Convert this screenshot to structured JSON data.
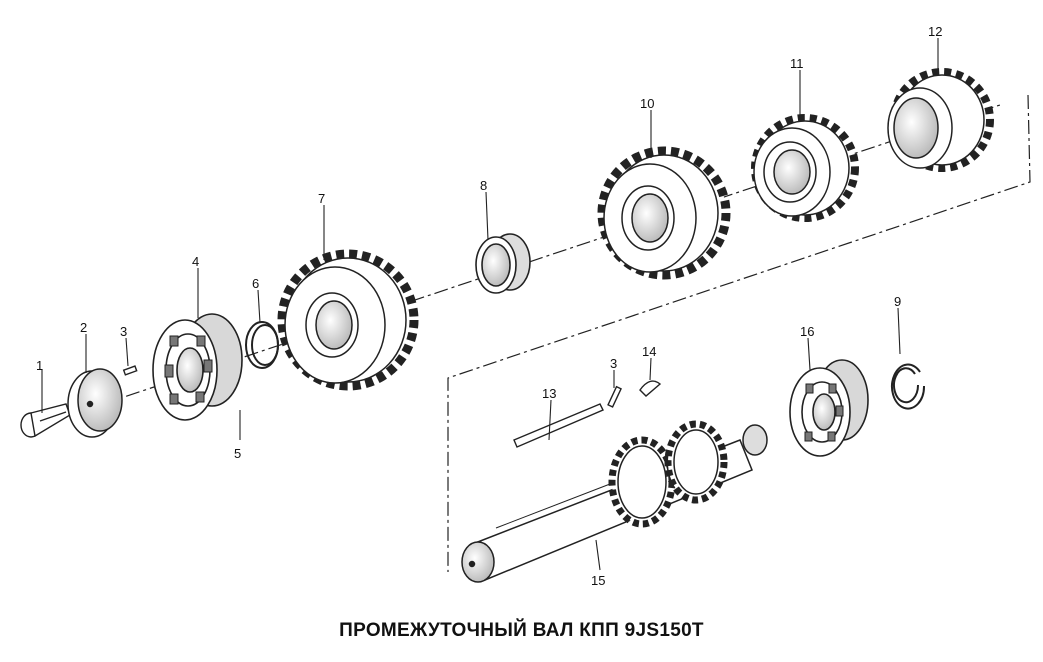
{
  "caption": "ПРОМЕЖУТОЧНЫЙ ВАЛ КПП 9JS150T",
  "callouts": {
    "p1": "1",
    "p2": "2",
    "p3a": "3",
    "p3b": "3",
    "p4": "4",
    "p5": "5",
    "p6": "6",
    "p7": "7",
    "p8": "8",
    "p9": "9",
    "p10": "10",
    "p11": "11",
    "p12": "12",
    "p13": "13",
    "p14": "14",
    "p15": "15",
    "p16": "16"
  }
}
